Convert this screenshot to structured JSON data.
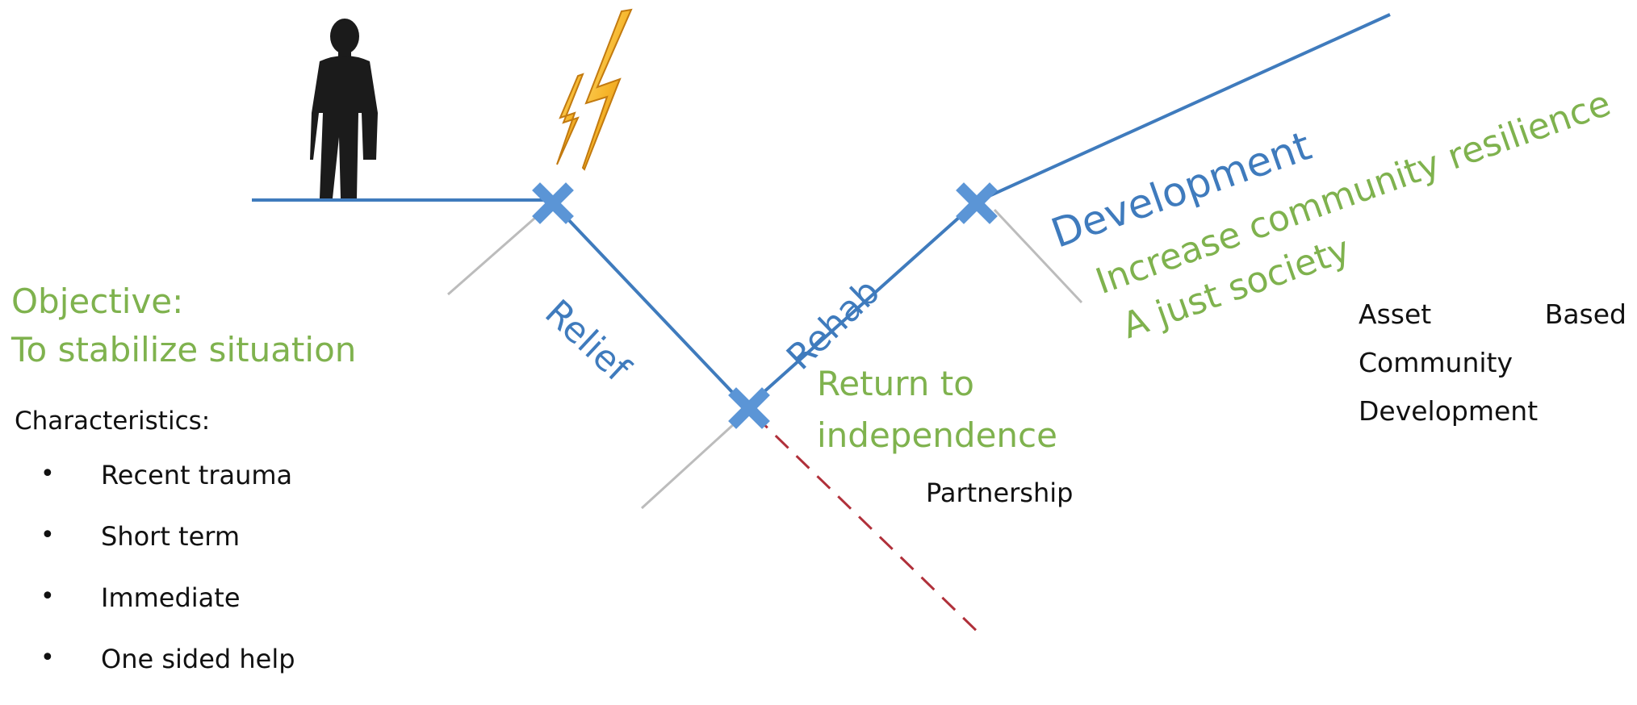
{
  "diagram": {
    "stages": {
      "relief": "Relief",
      "rehab": "Rehab",
      "development": "Development"
    },
    "development_goals": [
      "Increase community resilience",
      "A just society"
    ],
    "objective": {
      "heading": "Objective:",
      "text": "To stabilize situation"
    },
    "characteristics": {
      "heading": "Characteristics:",
      "items": [
        "Recent trauma",
        "Short term",
        "Immediate",
        "One sided help"
      ]
    },
    "rehab_goal": {
      "line1": "Return to",
      "line2": "independence"
    },
    "rehab_mode": "Partnership",
    "development_approach": {
      "word1": "Asset",
      "word2": "Based",
      "word3": "Community",
      "word4": "Development"
    },
    "icons": [
      "person-silhouette-icon",
      "lightning-bolt-icon",
      "cross-marker-icon"
    ],
    "colors": {
      "line_blue": "#3f7bbd",
      "marker_blue": "#5b95d6",
      "text_green": "#7fb24e",
      "dashed_red": "#b0303a",
      "bolt_orange": "#f0a21c"
    }
  }
}
